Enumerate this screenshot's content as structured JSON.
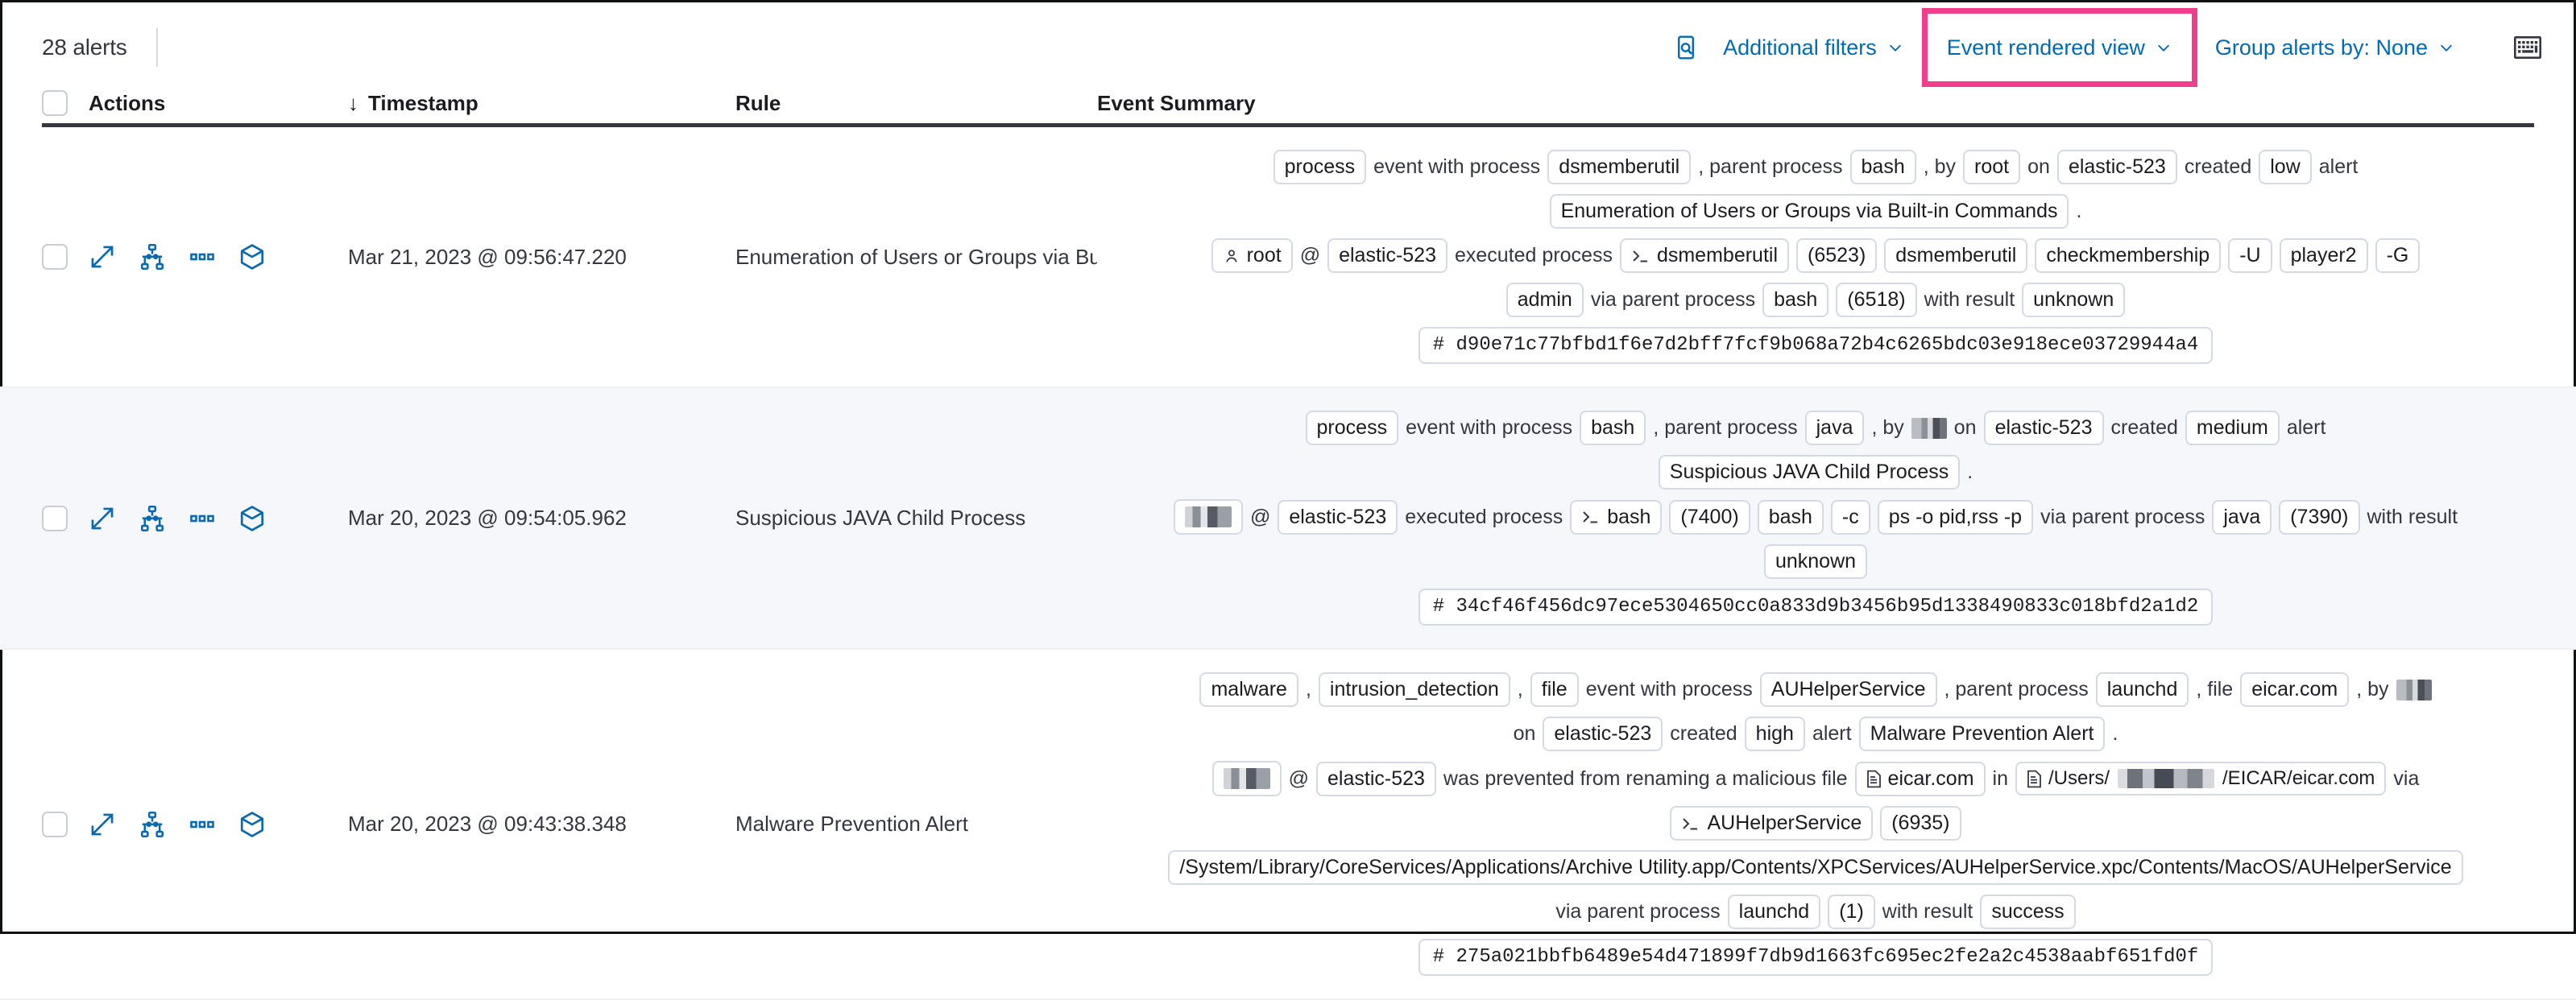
{
  "toolbar": {
    "alerts_count": "28 alerts",
    "filter_icon": "inspect-search-icon",
    "additional_filters": "Additional filters",
    "event_rendered_view": "Event rendered view",
    "group_alerts_by": "Group alerts by: None",
    "keyboard_icon": "keyboard-icon",
    "chevron": "⌄",
    "highlight_color": "#ef3e8b",
    "link_color": "#006bb4"
  },
  "table": {
    "headers": {
      "actions": "Actions",
      "timestamp": "Timestamp",
      "sort_arrow": "↓",
      "rule": "Rule",
      "event_summary": "Event Summary"
    },
    "row_actions": [
      "expand-icon",
      "session-view-icon",
      "more-actions-icon",
      "analyzer-cube-icon"
    ],
    "rows": [
      {
        "timestamp": "Mar 21, 2023 @ 09:56:47.220",
        "rule": "Enumeration of Users or Groups via Bui",
        "summary_lines": [
          [
            {
              "t": "chip",
              "v": "process"
            },
            {
              "t": "text",
              "v": "event with process"
            },
            {
              "t": "chip",
              "v": "dsmemberutil"
            },
            {
              "t": "text",
              "v": ", parent process"
            },
            {
              "t": "chip",
              "v": "bash"
            },
            {
              "t": "text",
              "v": ", by"
            },
            {
              "t": "chip",
              "v": "root"
            },
            {
              "t": "text",
              "v": "on"
            },
            {
              "t": "chip",
              "v": "elastic-523"
            },
            {
              "t": "text",
              "v": "created"
            },
            {
              "t": "chip",
              "v": "low"
            },
            {
              "t": "text",
              "v": "alert"
            }
          ],
          [
            {
              "t": "chip",
              "v": "Enumeration of Users or Groups via Built-in Commands"
            },
            {
              "t": "text",
              "v": "."
            }
          ],
          [
            {
              "t": "chip",
              "v": "root",
              "icon": "user-icon"
            },
            {
              "t": "text",
              "v": "@"
            },
            {
              "t": "chip",
              "v": "elastic-523"
            },
            {
              "t": "text",
              "v": "executed process"
            },
            {
              "t": "chip",
              "v": "dsmemberutil",
              "icon": "console-icon"
            },
            {
              "t": "chip",
              "v": "(6523)"
            },
            {
              "t": "chip",
              "v": "dsmemberutil"
            },
            {
              "t": "chip",
              "v": "checkmembership"
            },
            {
              "t": "chip",
              "v": "-U"
            },
            {
              "t": "chip",
              "v": "player2"
            },
            {
              "t": "chip",
              "v": "-G"
            }
          ],
          [
            {
              "t": "chip",
              "v": "admin"
            },
            {
              "t": "text",
              "v": "via parent process"
            },
            {
              "t": "chip",
              "v": "bash"
            },
            {
              "t": "chip",
              "v": "(6518)"
            },
            {
              "t": "text",
              "v": "with result"
            },
            {
              "t": "chip",
              "v": "unknown"
            }
          ],
          [
            {
              "t": "hash",
              "v": "# d90e71c77bfbd1f6e7d2bff7fcf9b068a72b4c6265bdc03e918ece03729944a4"
            }
          ]
        ]
      },
      {
        "timestamp": "Mar 20, 2023 @ 09:54:05.962",
        "rule": "Suspicious JAVA Child Process",
        "summary_lines": [
          [
            {
              "t": "chip",
              "v": "process"
            },
            {
              "t": "text",
              "v": "event with process"
            },
            {
              "t": "chip",
              "v": "bash"
            },
            {
              "t": "text",
              "v": ", parent process"
            },
            {
              "t": "chip",
              "v": "java"
            },
            {
              "t": "text",
              "v": ", by"
            },
            {
              "t": "redact",
              "v": ""
            },
            {
              "t": "text",
              "v": "on"
            },
            {
              "t": "chip",
              "v": "elastic-523"
            },
            {
              "t": "text",
              "v": "created"
            },
            {
              "t": "chip",
              "v": "medium"
            },
            {
              "t": "text",
              "v": "alert"
            }
          ],
          [
            {
              "t": "chip",
              "v": "Suspicious JAVA Child Process"
            },
            {
              "t": "text",
              "v": "."
            }
          ],
          [
            {
              "t": "redactchip",
              "v": ""
            },
            {
              "t": "text",
              "v": "@"
            },
            {
              "t": "chip",
              "v": "elastic-523"
            },
            {
              "t": "text",
              "v": "executed process"
            },
            {
              "t": "chip",
              "v": "bash",
              "icon": "console-icon"
            },
            {
              "t": "chip",
              "v": "(7400)"
            },
            {
              "t": "chip",
              "v": "bash"
            },
            {
              "t": "chip",
              "v": "-c"
            },
            {
              "t": "chip",
              "v": "ps -o pid,rss -p"
            },
            {
              "t": "text",
              "v": "via parent process"
            },
            {
              "t": "chip",
              "v": "java"
            },
            {
              "t": "chip",
              "v": "(7390)"
            },
            {
              "t": "text",
              "v": "with result"
            }
          ],
          [
            {
              "t": "chip",
              "v": "unknown"
            }
          ],
          [
            {
              "t": "hash",
              "v": "# 34cf46f456dc97ece5304650cc0a833d9b3456b95d1338490833c018bfd2a1d2"
            }
          ]
        ]
      },
      {
        "timestamp": "Mar 20, 2023 @ 09:43:38.348",
        "rule": "Malware Prevention Alert",
        "summary_lines": [
          [
            {
              "t": "chip",
              "v": "malware"
            },
            {
              "t": "text",
              "v": ","
            },
            {
              "t": "chip",
              "v": "intrusion_detection"
            },
            {
              "t": "text",
              "v": ","
            },
            {
              "t": "chip",
              "v": "file"
            },
            {
              "t": "text",
              "v": "event with process"
            },
            {
              "t": "chip",
              "v": "AUHelperService"
            },
            {
              "t": "text",
              "v": ", parent process"
            },
            {
              "t": "chip",
              "v": "launchd"
            },
            {
              "t": "text",
              "v": ", file"
            },
            {
              "t": "chip",
              "v": "eicar.com"
            },
            {
              "t": "text",
              "v": ", by"
            },
            {
              "t": "redact",
              "v": ""
            }
          ],
          [
            {
              "t": "text",
              "v": "on"
            },
            {
              "t": "chip",
              "v": "elastic-523"
            },
            {
              "t": "text",
              "v": "created"
            },
            {
              "t": "chip",
              "v": "high"
            },
            {
              "t": "text",
              "v": "alert"
            },
            {
              "t": "chip",
              "v": "Malware Prevention Alert"
            },
            {
              "t": "text",
              "v": "."
            }
          ],
          [
            {
              "t": "redactchip",
              "v": ""
            },
            {
              "t": "text",
              "v": "@"
            },
            {
              "t": "chip",
              "v": "elastic-523"
            },
            {
              "t": "text",
              "v": "was prevented from renaming a malicious file"
            },
            {
              "t": "chip",
              "v": "eicar.com",
              "icon": "file-icon"
            },
            {
              "t": "text",
              "v": "in"
            },
            {
              "t": "chippath",
              "v": "/Users/",
              "suffix": "/EICAR/eicar.com",
              "icon": "file-icon"
            },
            {
              "t": "text",
              "v": "via"
            }
          ],
          [
            {
              "t": "chip",
              "v": "AUHelperService",
              "icon": "console-icon"
            },
            {
              "t": "chip",
              "v": "(6935)"
            }
          ],
          [
            {
              "t": "chip",
              "v": "/System/Library/CoreServices/Applications/Archive Utility.app/Contents/XPCServices/AUHelperService.xpc/Contents/MacOS/AUHelperService"
            }
          ],
          [
            {
              "t": "text",
              "v": "via parent process"
            },
            {
              "t": "chip",
              "v": "launchd"
            },
            {
              "t": "chip",
              "v": "(1)"
            },
            {
              "t": "text",
              "v": "with result"
            },
            {
              "t": "chip",
              "v": "success"
            }
          ],
          [
            {
              "t": "hash",
              "v": "# 275a021bbfb6489e54d471899f7db9d1663fc695ec2fe2a2c4538aabf651fd0f"
            }
          ]
        ]
      }
    ]
  }
}
